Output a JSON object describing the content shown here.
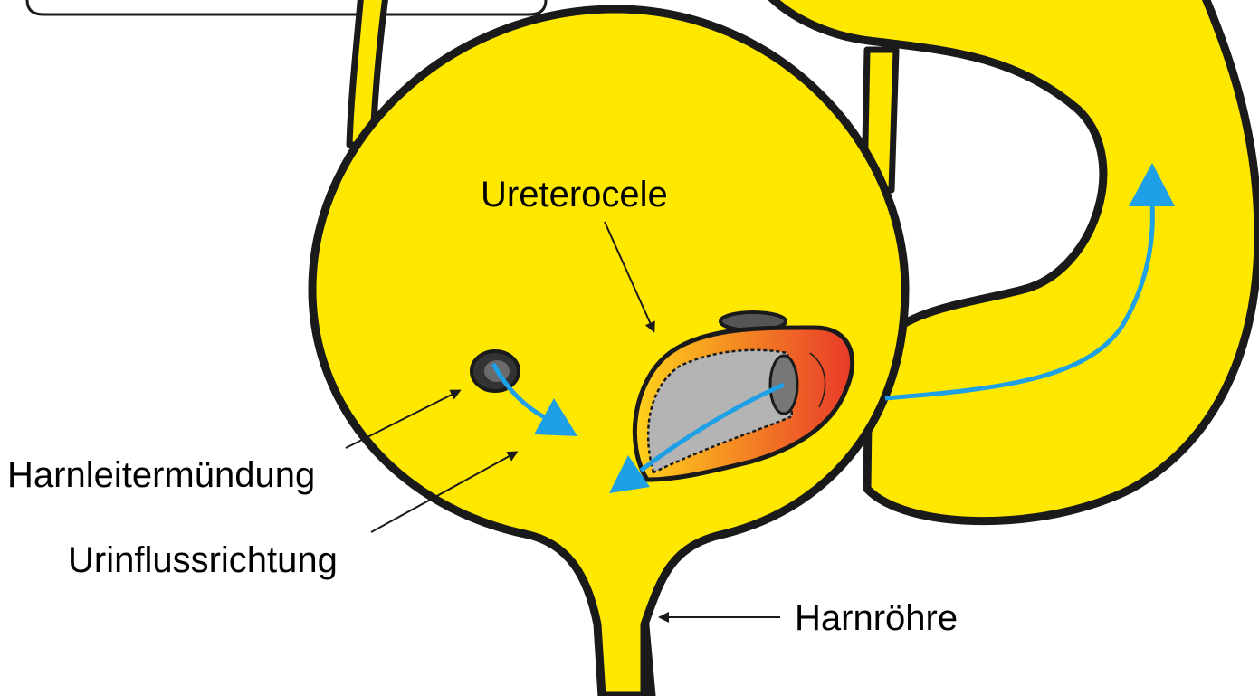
{
  "labels": {
    "ureterocele": "Ureterocele",
    "orifice": "Harnleitermündung",
    "flow_direction": "Urinflussrichtung",
    "urethra": "Harnröhre"
  },
  "colors": {
    "organ_fill": "#FFE800",
    "outline": "#1a1a1a",
    "flow_arrow": "#1ea0e6",
    "ureterocele_gradient_start": "#ffd21a",
    "ureterocele_gradient_end": "#e8392a",
    "ureterocele_inner": "#b4b4b4",
    "orifice_dark": "#333333"
  }
}
